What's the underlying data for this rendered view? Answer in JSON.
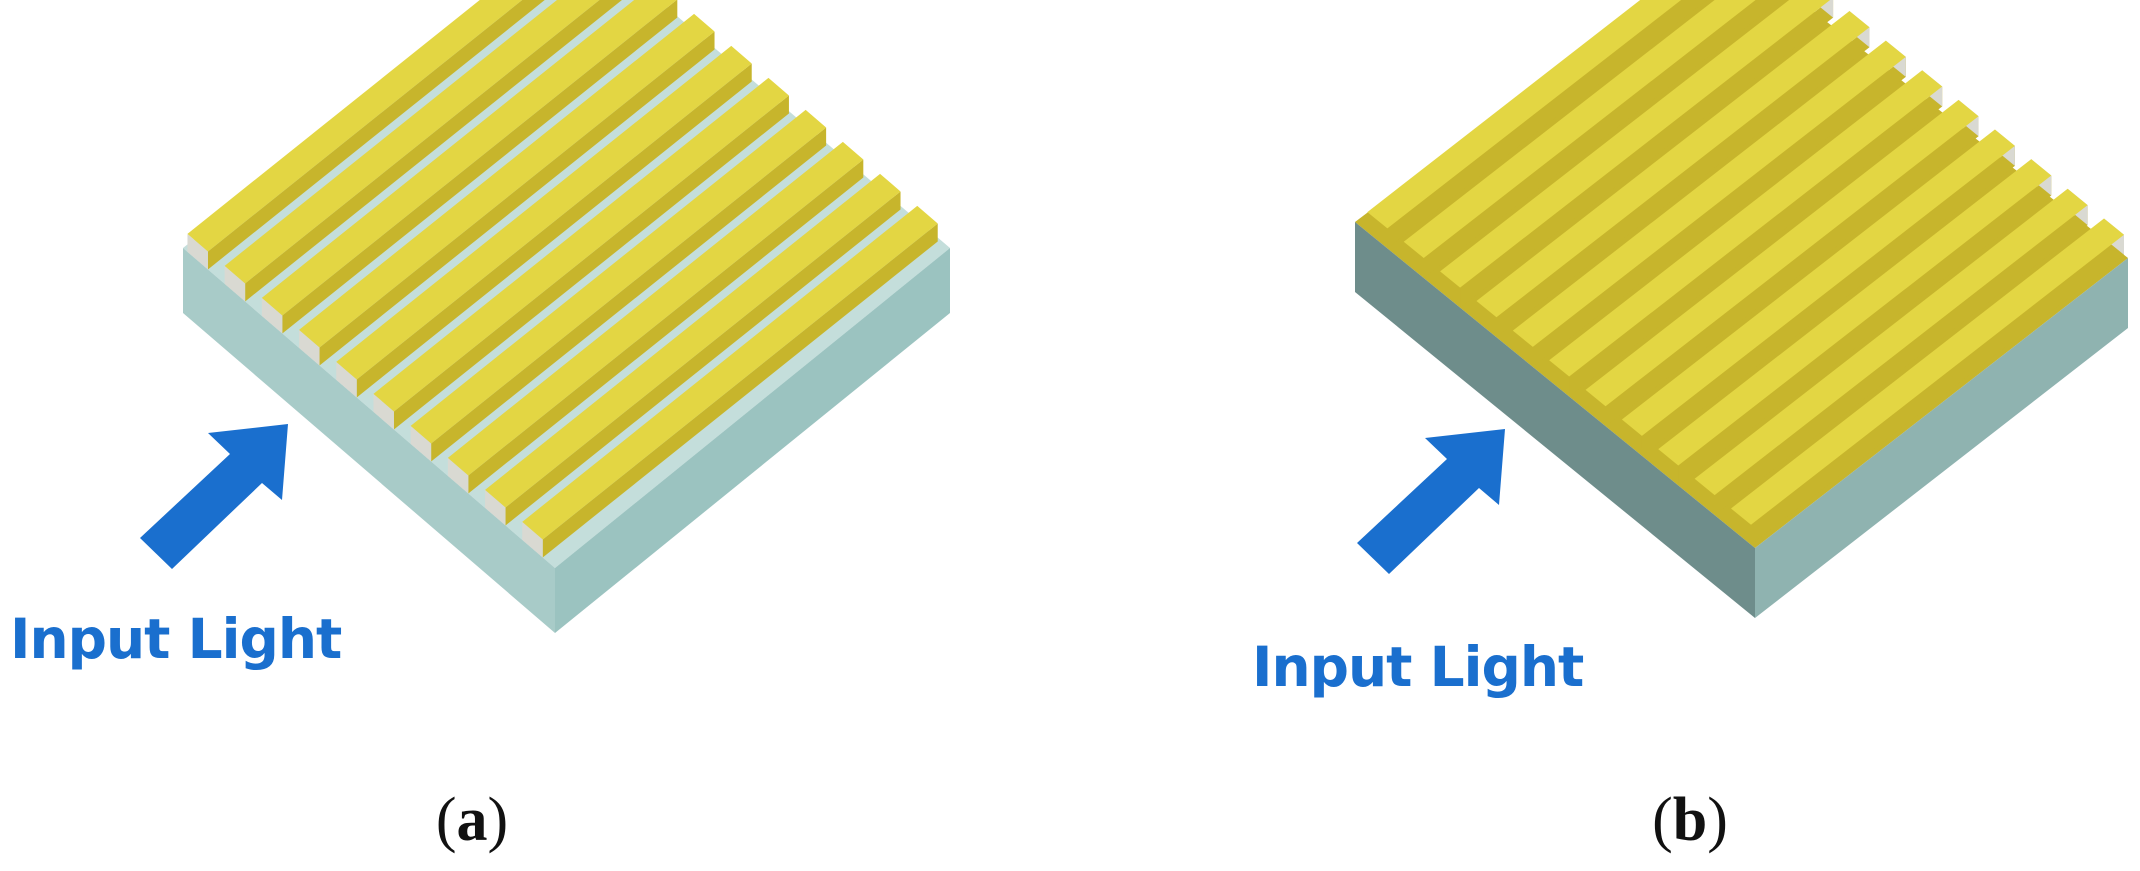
{
  "figure": {
    "panels": [
      {
        "id": "a",
        "caption_letter": "a",
        "input_label": "Input Light",
        "grating_lines": 10
      },
      {
        "id": "b",
        "caption_letter": "b",
        "input_label": "Input Light",
        "grating_lines": 11
      }
    ],
    "caption_open": "(",
    "caption_close": ")"
  },
  "colors": {
    "arrow_and_label": "#1a6fce",
    "grating_top": "#e3d643",
    "grating_side": "#c7b52c",
    "grating_end": "#d9d9d2",
    "substrate_top_a": "#c4dedb",
    "substrate_left_a": "#a8cbc8",
    "substrate_right_a": "#9bc3c0",
    "substrate_left_b": "#6e8d8b",
    "substrate_right_b": "#8fb3b0",
    "background": "#ffffff",
    "caption_text": "#111111"
  }
}
